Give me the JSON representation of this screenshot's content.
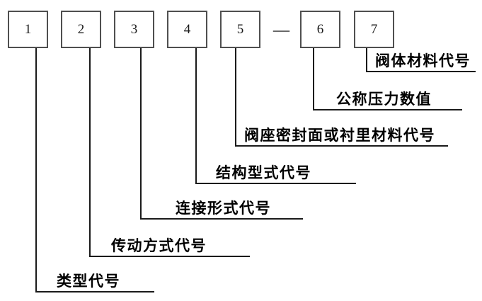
{
  "diagram": {
    "separator": "—",
    "codes": [
      {
        "digit": "1",
        "label": "类型代号"
      },
      {
        "digit": "2",
        "label": "传动方式代号"
      },
      {
        "digit": "3",
        "label": "连接形式代号"
      },
      {
        "digit": "4",
        "label": "结构型式代号"
      },
      {
        "digit": "5",
        "label": "阀座密封面或衬里材料代号"
      },
      {
        "digit": "6",
        "label": "公称压力数值"
      },
      {
        "digit": "7",
        "label": "阀体材料代号"
      }
    ],
    "colors": {
      "line": "#1a1a1a",
      "box_border": "#4f4f4f",
      "text": "#000000",
      "background": "#ffffff"
    }
  }
}
